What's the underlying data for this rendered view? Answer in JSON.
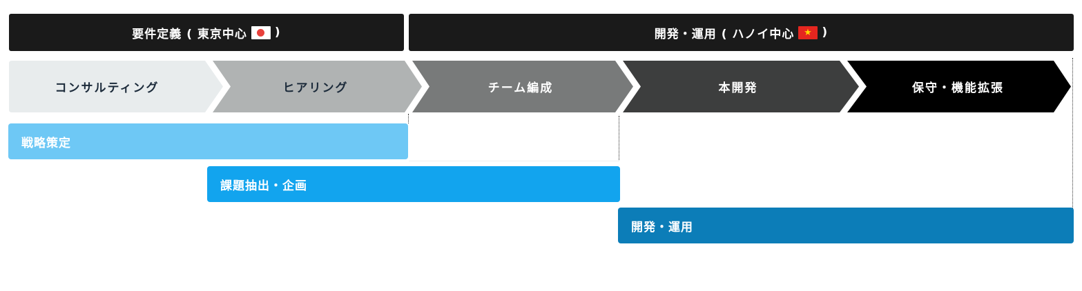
{
  "headers": {
    "left": {
      "label": "要件定義 ( 東京中心",
      "flag": "japan-flag",
      "close": ")"
    },
    "right": {
      "label": "開発・運用 ( ハノイ中心",
      "flag": "vietnam-flag",
      "flag_glyph": "★",
      "close": ")"
    }
  },
  "steps": [
    {
      "label": "コンサルティング",
      "color": "#e8eced",
      "text_color": "#1b2a3a"
    },
    {
      "label": "ヒアリング",
      "color": "#b0b3b3",
      "text_color": "#1b2a3a"
    },
    {
      "label": "チーム編成",
      "color": "#787a7a",
      "text_color": "#ffffff"
    },
    {
      "label": "本開発",
      "color": "#3d3e3e",
      "text_color": "#ffffff"
    },
    {
      "label": "保守・機能拡張",
      "color": "#000000",
      "text_color": "#ffffff"
    }
  ],
  "phases": [
    {
      "label": "戦略策定",
      "color": "#6ec8f5"
    },
    {
      "label": "課題抽出・企画",
      "color": "#12a4ee"
    },
    {
      "label": "開発・運用",
      "color": "#0c7db8"
    }
  ]
}
